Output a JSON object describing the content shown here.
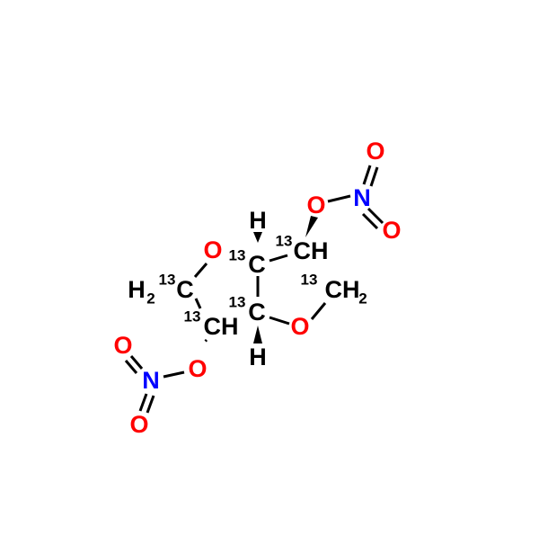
{
  "title": "13C-labelled isosorbide dinitrate structure",
  "colors": {
    "carbon": "#000000",
    "oxygen": "#ff0000",
    "nitrogen": "#0000ff"
  },
  "atoms": {
    "o_nitro1_top": "O",
    "n_nitro1": "N",
    "o_nitro1_right": "O",
    "o_ester1": "O",
    "ch_right_iso": "13",
    "ch_right": "CH",
    "h_top": "H",
    "c_top_iso": "13",
    "c_top": "C",
    "o_ring_left": "O",
    "h2_left": "H",
    "h2_left_sub": "2",
    "c_left_iso": "13",
    "c_left": "C",
    "c_right_iso": "13",
    "c_right": "CH",
    "h2_right_sub": "2",
    "c_bottom_iso": "13",
    "c_bottom": "C",
    "ch_left_iso": "13",
    "ch_left": "CH",
    "o_ring_right": "O",
    "h_bottom": "H",
    "o_ester2": "O",
    "n_nitro2": "N",
    "o_nitro2_top": "O",
    "o_nitro2_bottom": "O"
  }
}
